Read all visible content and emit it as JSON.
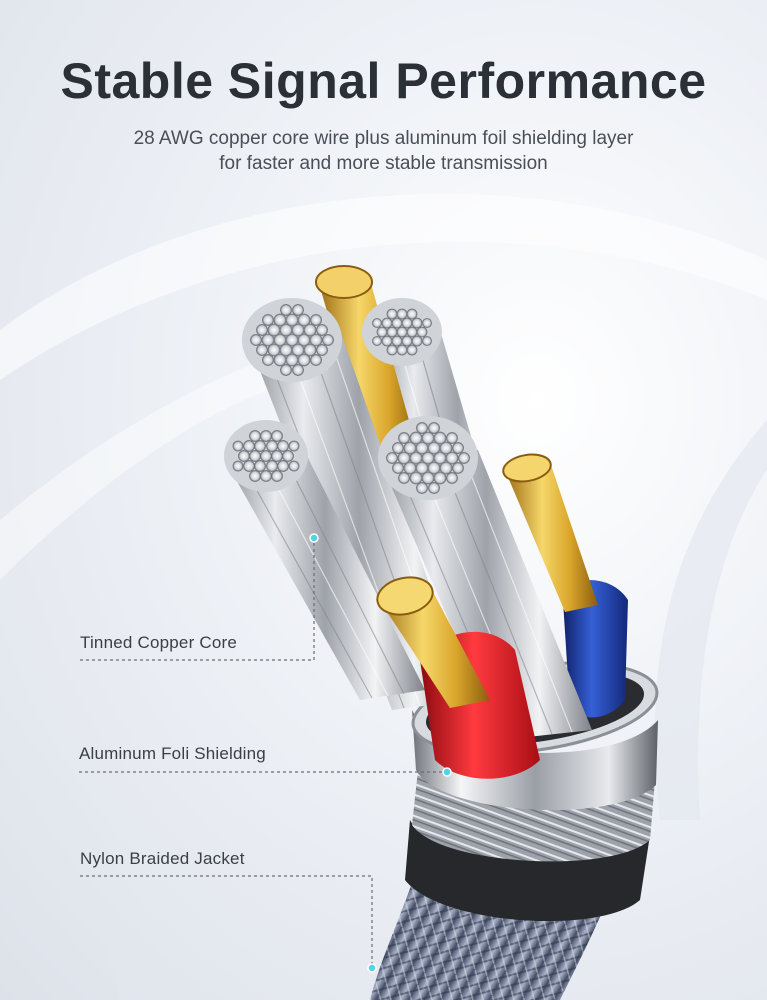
{
  "header": {
    "title": "Stable Signal Performance",
    "subtitle_line1": "28 AWG copper core wire plus aluminum foil shielding layer",
    "subtitle_line2": "for faster and more stable transmission"
  },
  "callouts": [
    {
      "label": "Tinned Copper Core"
    },
    {
      "label": "Aluminum Foli Shielding"
    },
    {
      "label": "Nylon Braided Jacket"
    }
  ],
  "colors": {
    "title": "#2b2f36",
    "text": "#3a3f47",
    "wire_red": "#d8141b",
    "wire_blue": "#1e3fa8",
    "gold": "#e0b633",
    "silver": "#c9ccd1",
    "callout_dot": "#4fd3e8"
  }
}
